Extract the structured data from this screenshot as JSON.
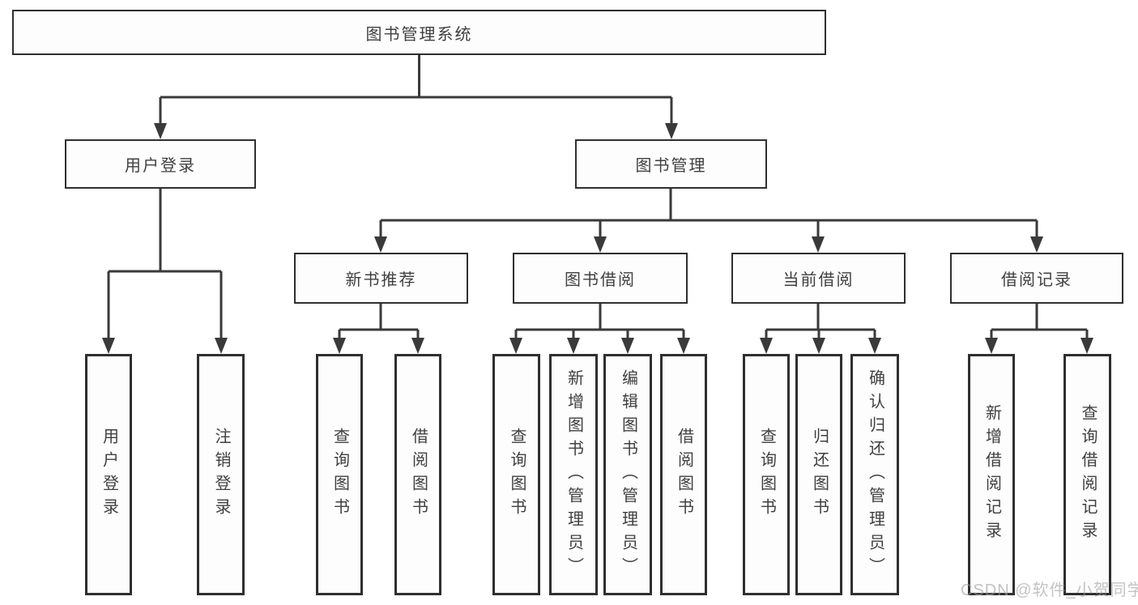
{
  "diagram": {
    "type": "hierarchy",
    "colors": {
      "line": "#3a3a3a",
      "box_border": "#2f2f2f",
      "box_fill": "#fdfdfd",
      "text": "#3f3f3f",
      "watermark_text_color": "#9f9f9f",
      "background": "#ffffff"
    },
    "tree": {
      "label": "图书管理系统",
      "children": [
        {
          "label": "用户登录",
          "children": [
            {
              "label": "用户登录"
            },
            {
              "label": "注销登录"
            }
          ]
        },
        {
          "label": "图书管理",
          "children": [
            {
              "label": "新书推荐",
              "children": [
                {
                  "label": "查询图书"
                },
                {
                  "label": "借阅图书"
                }
              ]
            },
            {
              "label": "图书借阅",
              "children": [
                {
                  "label": "查询图书"
                },
                {
                  "label": "新增图书（管理员）"
                },
                {
                  "label": "编辑图书（管理员）"
                },
                {
                  "label": "借阅图书"
                }
              ]
            },
            {
              "label": "当前借阅",
              "children": [
                {
                  "label": "查询图书"
                },
                {
                  "label": "归还图书"
                },
                {
                  "label": "确认归还（管理员）"
                }
              ]
            },
            {
              "label": "借阅记录",
              "children": [
                {
                  "label": "新增借阅记录"
                },
                {
                  "label": "查询借阅记录"
                }
              ]
            }
          ]
        }
      ]
    },
    "watermark": "CSDN @软件_小贺同学"
  }
}
